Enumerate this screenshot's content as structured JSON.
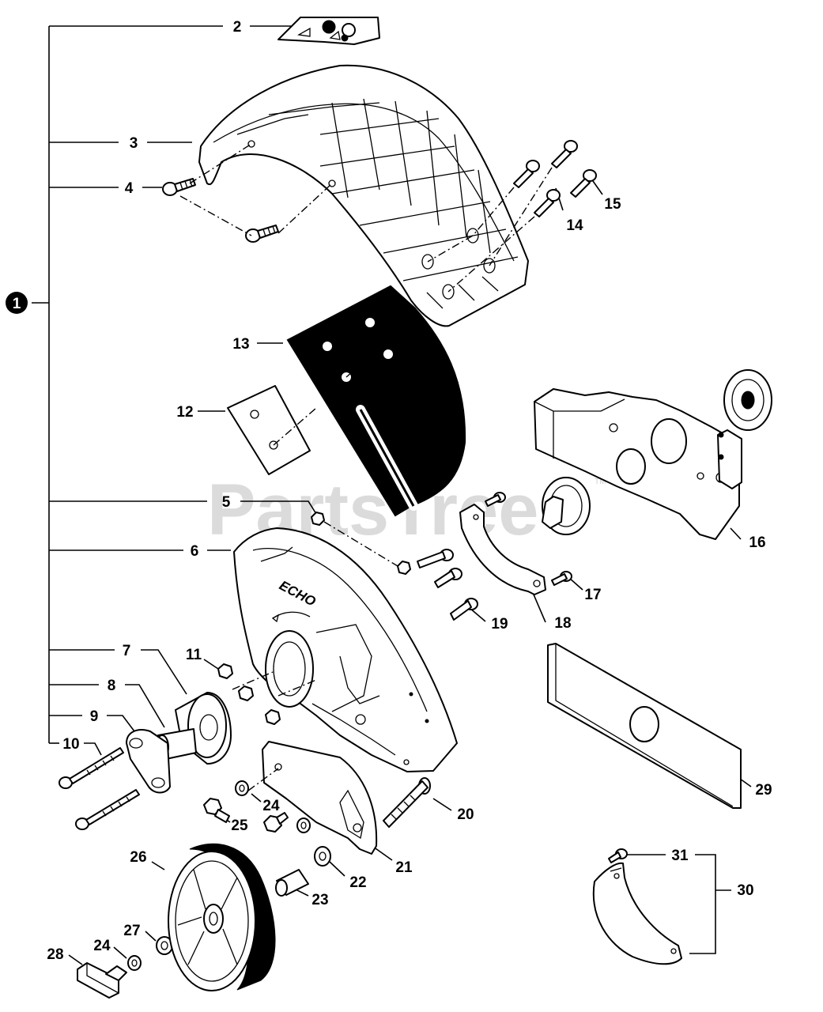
{
  "diagram": {
    "assembly_marker": "1",
    "callouts": [
      "2",
      "3",
      "4",
      "5",
      "6",
      "7",
      "8",
      "9",
      "10",
      "11",
      "12",
      "13",
      "14",
      "15",
      "16",
      "17",
      "18",
      "19",
      "20",
      "21",
      "22",
      "23",
      "24",
      "25",
      "26",
      "27",
      "28",
      "29",
      "30",
      "31"
    ],
    "watermark": "PartsTree",
    "watermark_tm": "TM",
    "brand_logo": "ECHO"
  }
}
